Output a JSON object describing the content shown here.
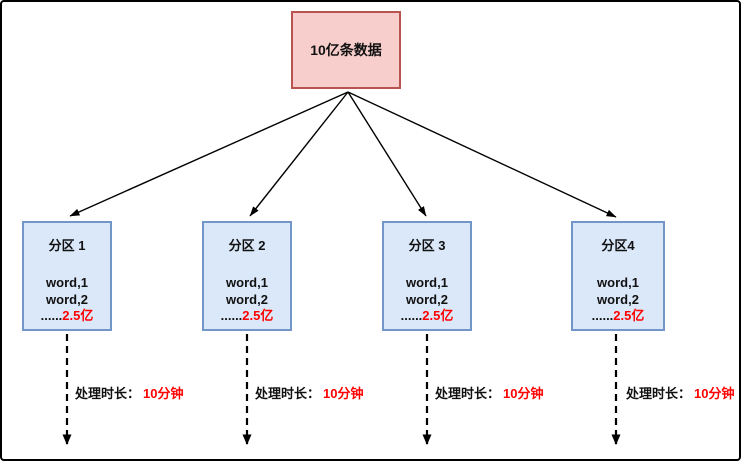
{
  "diagram": {
    "source": {
      "label": "10亿条数据"
    },
    "partitions": [
      {
        "title": "分区 1",
        "row1": "word,1",
        "row2": "word,2",
        "ellipsis": "......",
        "count": "2.5亿",
        "duration_label": "处理时长：",
        "duration_value": "10分钟"
      },
      {
        "title": "分区 2",
        "row1": "word,1",
        "row2": "word,2",
        "ellipsis": "......",
        "count": "2.5亿",
        "duration_label": "处理时长：",
        "duration_value": "10分钟"
      },
      {
        "title": "分区 3",
        "row1": "word,1",
        "row2": "word,2",
        "ellipsis": "......",
        "count": "2.5亿",
        "duration_label": "处理时长：",
        "duration_value": "10分钟"
      },
      {
        "title": "分区4",
        "row1": "word,1",
        "row2": "word,2",
        "ellipsis": "......",
        "count": "2.5亿",
        "duration_label": "处理时长：",
        "duration_value": "10分钟"
      }
    ],
    "colors": {
      "source_fill": "#f8cecc",
      "source_border": "#b85450",
      "partition_fill": "#dbe8fa",
      "partition_border": "#7396c8",
      "accent_red": "#ff0000",
      "connector": "#000000"
    }
  }
}
